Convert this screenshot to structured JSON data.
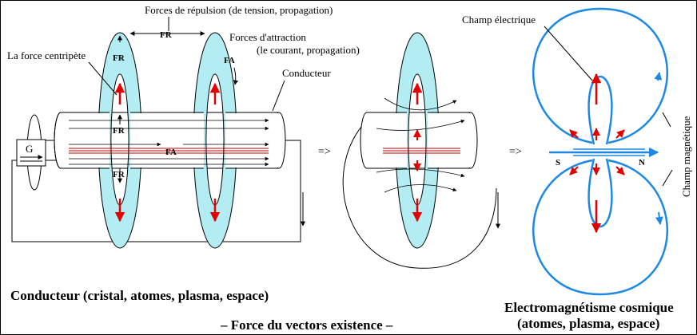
{
  "labels": {
    "repulsion": "Forces de répulsion (de tension, propagation)",
    "centripete": "La force centripète",
    "attraction_1": "Forces d'attraction",
    "attraction_2": "(le courant, propagation)",
    "conducteur": "Conducteur",
    "fr": "FR",
    "fa": "FA",
    "generator": "G",
    "arrow_implies": "=>",
    "champ_electrique": "Champ électrique",
    "champ_magnetique": "Champ magnétique",
    "pole_s": "S",
    "pole_n": "N"
  },
  "captions": {
    "left": "Conducteur (cristal, atomes, plasma, espace)",
    "bottom": "– Force du vectors existence –",
    "right_1": "Electromagnétisme cosmique",
    "right_2": "(atomes, plasma, espace)"
  },
  "colors": {
    "ring_fill": "#b3ecf3",
    "red_arrow": "#e00000",
    "blue_field": "#1e88e5",
    "line": "#000000"
  }
}
